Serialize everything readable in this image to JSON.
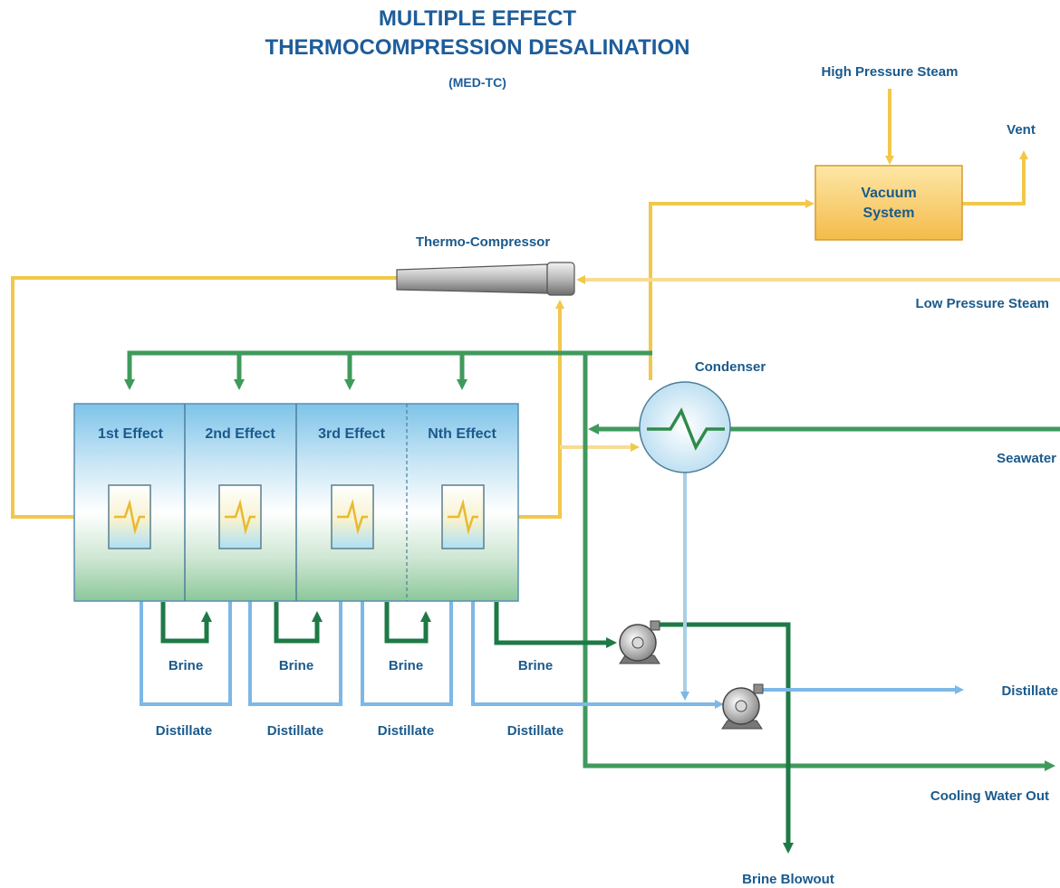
{
  "title": {
    "line1": "MULTIPLE EFFECT",
    "line2": "THERMOCOMPRESSION DESALINATION",
    "line3": "(MED-TC)"
  },
  "labels": {
    "high_pressure_steam": "High Pressure Steam",
    "vent": "Vent",
    "vacuum_line1": "Vacuum",
    "vacuum_line2": "System",
    "thermo_compressor": "Thermo-Compressor",
    "low_pressure_steam": "Low Pressure Steam",
    "condenser": "Condenser",
    "seawater": "Seawater",
    "distillate_out": "Distillate",
    "cooling_water_out": "Cooling Water Out",
    "brine_blowout": "Brine Blowout"
  },
  "effects": [
    "1st Effect",
    "2nd Effect",
    "3rd Effect",
    "Nth Effect"
  ],
  "brine_labels": [
    "Brine",
    "Brine",
    "Brine",
    "Brine"
  ],
  "distillate_labels": [
    "Distillate",
    "Distillate",
    "Distillate",
    "Distillate"
  ],
  "colors": {
    "steam": "#f2c84a",
    "seawater": "#3f9a5c",
    "brine": "#1e7a45",
    "distillate": "#7db8e6",
    "text": "#1a5a8c"
  }
}
